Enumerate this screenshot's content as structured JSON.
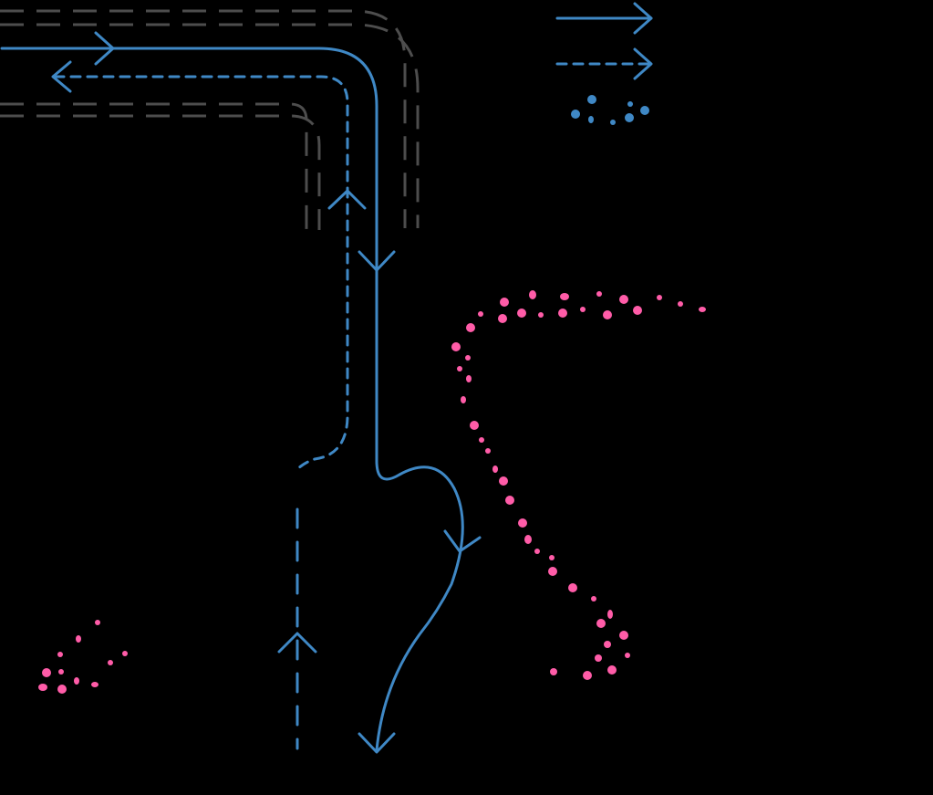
{
  "colors": {
    "background": "#000000",
    "flow": "#3f88c5",
    "road_edge": "#4d4d4d",
    "pedestrian": "#ff5ca8"
  },
  "legend": {
    "items": [
      {
        "kind": "solid-arrow",
        "color": "#3f88c5"
      },
      {
        "kind": "dashed-arrow",
        "color": "#3f88c5"
      },
      {
        "kind": "dots",
        "color": "#3f88c5"
      }
    ]
  },
  "flows": [
    {
      "kind": "solid",
      "direction": "forward"
    },
    {
      "kind": "dashed",
      "direction": "reverse"
    },
    {
      "kind": "dashed-heavy",
      "direction": "up"
    },
    {
      "kind": "solid-branch",
      "direction": "down"
    }
  ],
  "pedestrian_groups": [
    {
      "name": "trail",
      "color": "#ff5ca8"
    },
    {
      "name": "cluster-left",
      "color": "#ff5ca8"
    }
  ]
}
